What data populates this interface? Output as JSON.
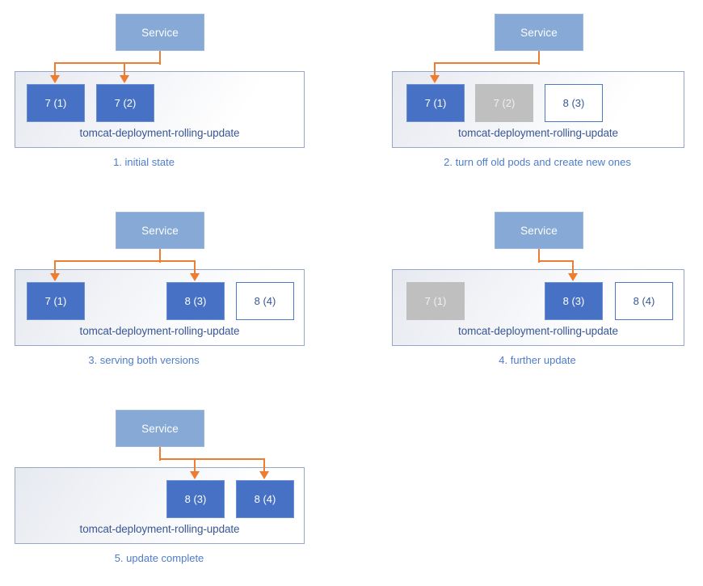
{
  "diagram": {
    "description_labels": {
      "service": "Service",
      "deployment": "tomcat-deployment-rolling-update"
    },
    "stages": [
      {
        "caption": "1. initial state",
        "service_label": "Service",
        "deployment_label": "tomcat-deployment-rolling-update",
        "column": "left",
        "row": 0,
        "pods": [
          {
            "label": "7 (1)",
            "state": "active",
            "slot": 0
          },
          {
            "label": "7 (2)",
            "state": "active",
            "slot": 1
          }
        ],
        "service_targets": [
          0,
          1
        ]
      },
      {
        "caption": "2. turn off old pods and create new ones",
        "service_label": "Service",
        "deployment_label": "tomcat-deployment-rolling-update",
        "column": "right",
        "row": 0,
        "pods": [
          {
            "label": "7 (1)",
            "state": "active",
            "slot": 0
          },
          {
            "label": "7 (2)",
            "state": "stopped",
            "slot": 1
          },
          {
            "label": "8 (3)",
            "state": "new",
            "slot": 2
          }
        ],
        "service_targets": [
          0
        ]
      },
      {
        "caption": "3. serving both versions",
        "service_label": "Service",
        "deployment_label": "tomcat-deployment-rolling-update",
        "column": "left",
        "row": 1,
        "pods": [
          {
            "label": "7 (1)",
            "state": "active",
            "slot": 0
          },
          {
            "label": "8 (3)",
            "state": "active",
            "slot": 2
          },
          {
            "label": "8 (4)",
            "state": "new",
            "slot": 3
          }
        ],
        "service_targets": [
          0,
          2
        ]
      },
      {
        "caption": "4. further update",
        "service_label": "Service",
        "deployment_label": "tomcat-deployment-rolling-update",
        "column": "right",
        "row": 1,
        "pods": [
          {
            "label": "7 (1)",
            "state": "stopped",
            "slot": 0
          },
          {
            "label": "8 (3)",
            "state": "active",
            "slot": 2
          },
          {
            "label": "8 (4)",
            "state": "new",
            "slot": 3
          }
        ],
        "service_targets": [
          2
        ]
      },
      {
        "caption": "5. update complete",
        "service_label": "Service",
        "deployment_label": "tomcat-deployment-rolling-update",
        "column": "left",
        "row": 2,
        "pods": [
          {
            "label": "8 (3)",
            "state": "active",
            "slot": 2
          },
          {
            "label": "8 (4)",
            "state": "active",
            "slot": 3
          }
        ],
        "service_targets": [
          2,
          3
        ]
      }
    ]
  },
  "colors": {
    "background": "#ffffff",
    "service_fill": "#87a9d5",
    "service_border": "#9cb7dc",
    "pod_active": "#4671c4",
    "pod_active_border": "#6c8fd3",
    "pod_stopped": "#bfbfbf",
    "pod_stopped_text": "#eef0f2",
    "pod_new_fill": "#ffffff",
    "pod_new_border": "#4d79c7",
    "pod_new_text": "#3a5795",
    "pod_text": "#ffffff",
    "container_border": "#96a7ca",
    "container_fill_start": "#e6e9f0",
    "container_fill_end": "#ffffff",
    "arrow": "#ed7d31",
    "deployment_text": "#3a5795",
    "caption_text": "#4e7cc9"
  }
}
